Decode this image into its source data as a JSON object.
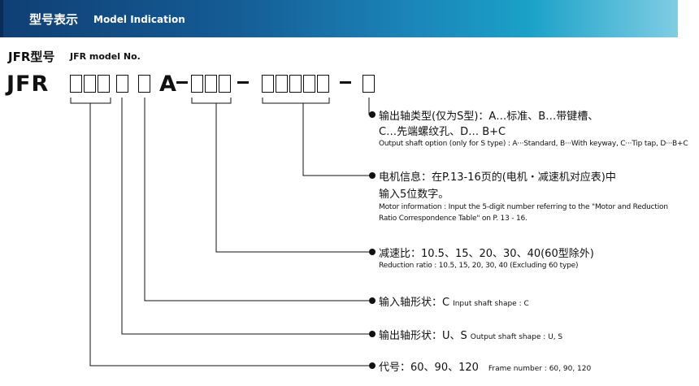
{
  "header": {
    "title_cn": "型号表示",
    "title_en": "Model Indication"
  },
  "model": {
    "heading_cn": "JFR型号",
    "heading_en": "JFR model No.",
    "code_prefix": "JFR",
    "code_letter": "A"
  },
  "items": [
    {
      "cn_line1": "输出轴类型(仅为S型)：A…标准、B…带键槽、",
      "cn_line2": "C…先端螺纹孔、D… B+C",
      "en": "Output shaft option (only for S type) : A···Standard, B···With keyway, C···Tip tap, D···B+C"
    },
    {
      "cn_line1": "电机信息：在P.13-16页的(电机・减速机对应表)中",
      "cn_line2": "输入5位数字。",
      "en_line1": "Motor information : Input the 5-digit number referring to the \"Motor and Reduction",
      "en_line2": "Ratio Correspondence Table\" on P. 13 - 16."
    },
    {
      "cn": "减速比：10.5、15、20、30、40(60型除外)",
      "en": "Reduction ratio : 10.5, 15, 20, 30, 40 (Excluding 60 type)"
    },
    {
      "cn": "输入轴形状：C",
      "en": "Input shaft shape : C"
    },
    {
      "cn": "输出轴形状：U、S",
      "en": "Output shaft shape : U, S"
    },
    {
      "cn": "代号：60、90、120",
      "en": "Frame number : 60, 90, 120"
    }
  ],
  "colors": {
    "banner_dark": "#0f3f74",
    "banner_light": "#1aa1c8",
    "line": "#111111"
  }
}
